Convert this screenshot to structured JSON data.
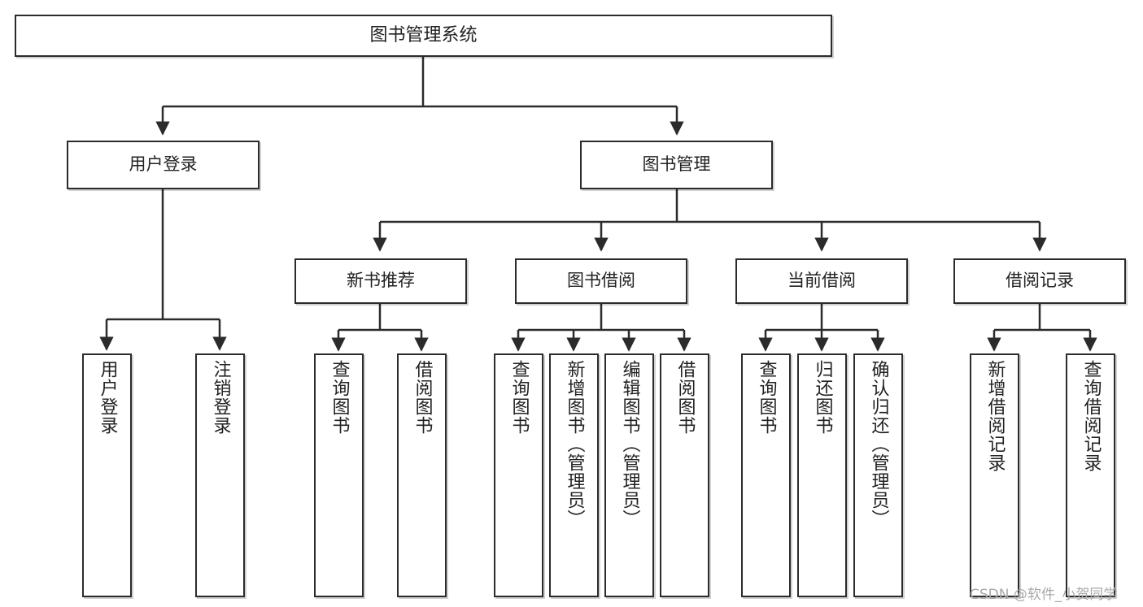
{
  "diagram": {
    "title": "图书管理系统",
    "type": "tree-hierarchy-chart",
    "watermark": "CSDN @软件_小贺同学",
    "colors": {
      "background": "#ffffff",
      "node_border": "#2b2b2b",
      "node_fill": "#ffffff",
      "text": "#222222",
      "connector": "#2b2b2b",
      "watermark": "#a8a8a8"
    }
  },
  "nodes": {
    "root": {
      "label": "图书管理系统"
    },
    "level2": [
      {
        "id": "user-login",
        "label": "用户登录"
      },
      {
        "id": "book-management",
        "label": "图书管理"
      }
    ],
    "level3": [
      {
        "id": "new-book-recommend",
        "label": "新书推荐"
      },
      {
        "id": "book-borrow",
        "label": "图书借阅"
      },
      {
        "id": "current-borrow",
        "label": "当前借阅"
      },
      {
        "id": "borrow-record",
        "label": "借阅记录"
      }
    ],
    "leaves": {
      "user_login": [
        {
          "id": "leaf-user-login",
          "label": "用户登录"
        },
        {
          "id": "leaf-logout-login",
          "label": "注销登录"
        }
      ],
      "new_book_recommend": [
        {
          "id": "leaf-query-book-1",
          "label": "查询图书"
        },
        {
          "id": "leaf-borrow-book-1",
          "label": "借阅图书"
        }
      ],
      "book_borrow": [
        {
          "id": "leaf-query-book-2",
          "label": "查询图书"
        },
        {
          "id": "leaf-add-book-admin",
          "label": "新增图书（管理员）"
        },
        {
          "id": "leaf-edit-book-admin",
          "label": "编辑图书（管理员）"
        },
        {
          "id": "leaf-borrow-book-2",
          "label": "借阅图书"
        }
      ],
      "current_borrow": [
        {
          "id": "leaf-query-book-3",
          "label": "查询图书"
        },
        {
          "id": "leaf-return-book",
          "label": "归还图书"
        },
        {
          "id": "leaf-confirm-return-admin",
          "label": "确认归还（管理员）"
        }
      ],
      "borrow_record": [
        {
          "id": "leaf-add-borrow-record",
          "label": "新增借阅记录"
        },
        {
          "id": "leaf-query-borrow-record",
          "label": "查询借阅记录"
        }
      ]
    }
  }
}
